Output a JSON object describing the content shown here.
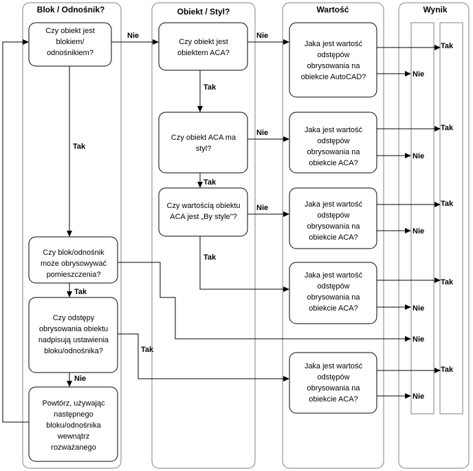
{
  "lanes": {
    "blok": "Blok / Odnośnik?",
    "obiekt": "Obiekt / Styl?",
    "wartosc": "Wartość",
    "wynik": "Wynik"
  },
  "nodes": {
    "q1": [
      "Czy obiekt jest",
      "blokiem/",
      "odnośnikiem?"
    ],
    "q2": [
      "Czy obiekt jest",
      "obiektem ACA?"
    ],
    "q3": [
      "Czy obiekt ACA ma",
      "styl?"
    ],
    "q4": [
      "Czy wartością obiektu",
      "ACA jest „By style\"?"
    ],
    "q5": [
      "Czy blok/odnośnik",
      "może obrysowywać",
      "pomieszczenia?"
    ],
    "q6": [
      "Czy odstępy",
      "obrysowania obiektu",
      "nadpisują ustawienia",
      "bloku/odnośnika?"
    ],
    "r1": [
      "Powtórz, używając",
      "następnego",
      "bloku/odnośnika",
      "wewnątrz",
      "rozważanego"
    ],
    "v1": [
      "Jaka jest wartość",
      "odstępów",
      "obrysowania na",
      "obiekcie AutoCAD?"
    ],
    "v2": [
      "Jaka jest wartość",
      "odstępów",
      "obrysowania na",
      "obiekcie ACA?"
    ],
    "v3": [
      "Jaka jest wartość",
      "odstępów",
      "obrysowania na",
      "obiekcie ACA?"
    ],
    "v4": [
      "Jaka jest wartość",
      "odstępów",
      "obrysowania na",
      "obiekcie ACA?"
    ],
    "v5": [
      "Jaka jest wartość",
      "odstępów",
      "obrysowania na",
      "obiekcie ACA?"
    ]
  },
  "labels": {
    "yes": "Tak",
    "no": "Nie"
  }
}
